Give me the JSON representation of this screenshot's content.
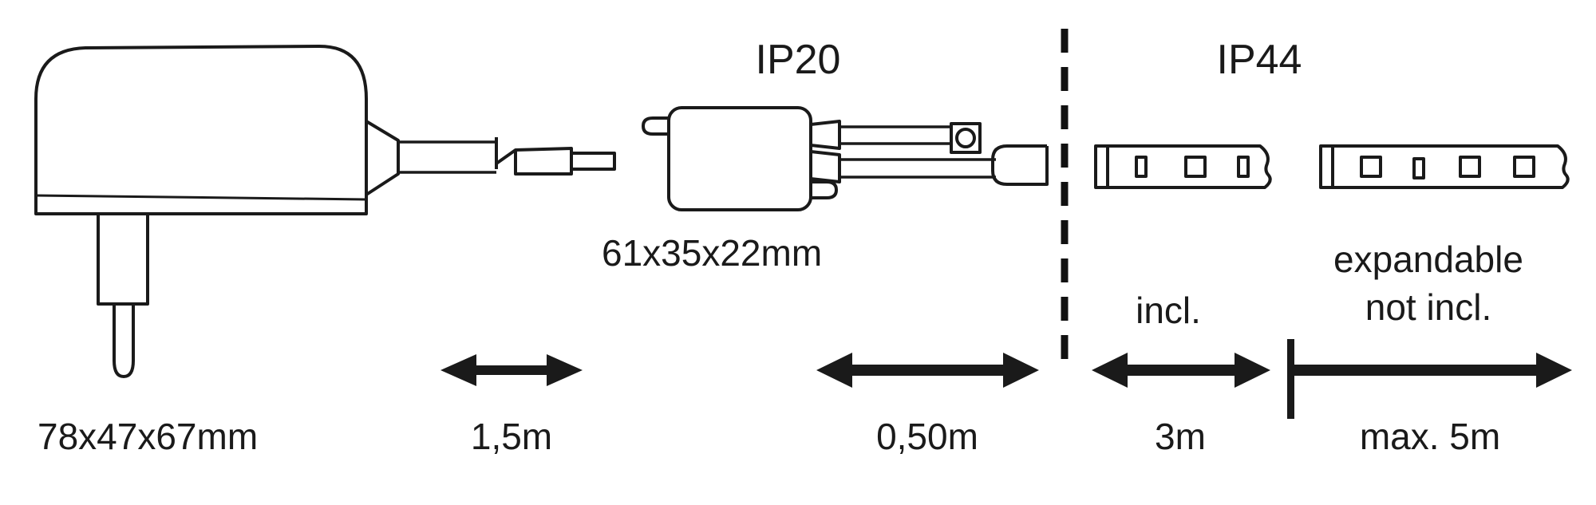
{
  "diagram": {
    "title_labels": {
      "ip20": "IP20",
      "ip44": "IP44"
    },
    "components": [
      {
        "name": "power-supply-plug",
        "icon": "power-adapter-icon",
        "dimension_label": "78x47x67mm"
      },
      {
        "name": "primary-cable",
        "icon": "cable-icon",
        "length_label": "1,5m"
      },
      {
        "name": "led-driver-controller",
        "icon": "driver-box-icon",
        "dimension_label": "61x35x22mm"
      },
      {
        "name": "secondary-cable",
        "icon": "cable-icon",
        "length_label": "0,50m"
      },
      {
        "name": "led-strip-included",
        "icon": "led-strip-icon",
        "inclusion_label": "incl.",
        "length_label": "3m"
      },
      {
        "name": "led-strip-extension",
        "icon": "led-strip-icon",
        "expandable_label": "expandable",
        "inclusion_label": "not incl.",
        "length_label": "max. 5m"
      }
    ],
    "measurements": {
      "adapter_dimensions": "78x47x67mm",
      "cable_primary_length": "1,5m",
      "driver_dimensions": "61x35x22mm",
      "cable_secondary_length": "0,50m",
      "strip_included_length": "3m",
      "strip_expandable_max": "max. 5m"
    },
    "annotations": {
      "incl": "incl.",
      "expandable": "expandable",
      "not_incl": "not incl."
    },
    "colors": {
      "line": "#1a1a1a",
      "background": "#ffffff",
      "text": "#1a1a1a"
    }
  }
}
